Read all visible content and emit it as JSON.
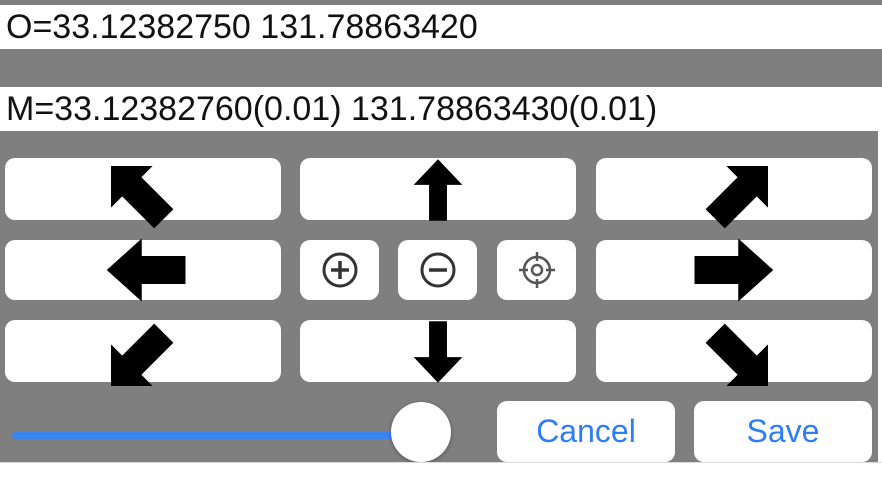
{
  "origin_readout": "O=33.12382750 131.78863420",
  "marker_readout": "M=33.12382760(0.01) 131.78863430(0.01)",
  "pad": {
    "up_left": "arrow-up-left-icon",
    "up": "arrow-up-icon",
    "up_right": "arrow-up-right-icon",
    "left": "arrow-left-icon",
    "right": "arrow-right-icon",
    "down_left": "arrow-down-left-icon",
    "down": "arrow-down-icon",
    "down_right": "arrow-down-right-icon",
    "zoom_in": "zoom-in-icon",
    "zoom_out": "zoom-out-icon",
    "locate": "crosshair-icon"
  },
  "slider": {
    "level": 0.95
  },
  "buttons": {
    "cancel": "Cancel",
    "save": "Save"
  },
  "colors": {
    "accent": "#2e7cf6",
    "panel": "#7f7f7f",
    "arrow": "#000000"
  }
}
